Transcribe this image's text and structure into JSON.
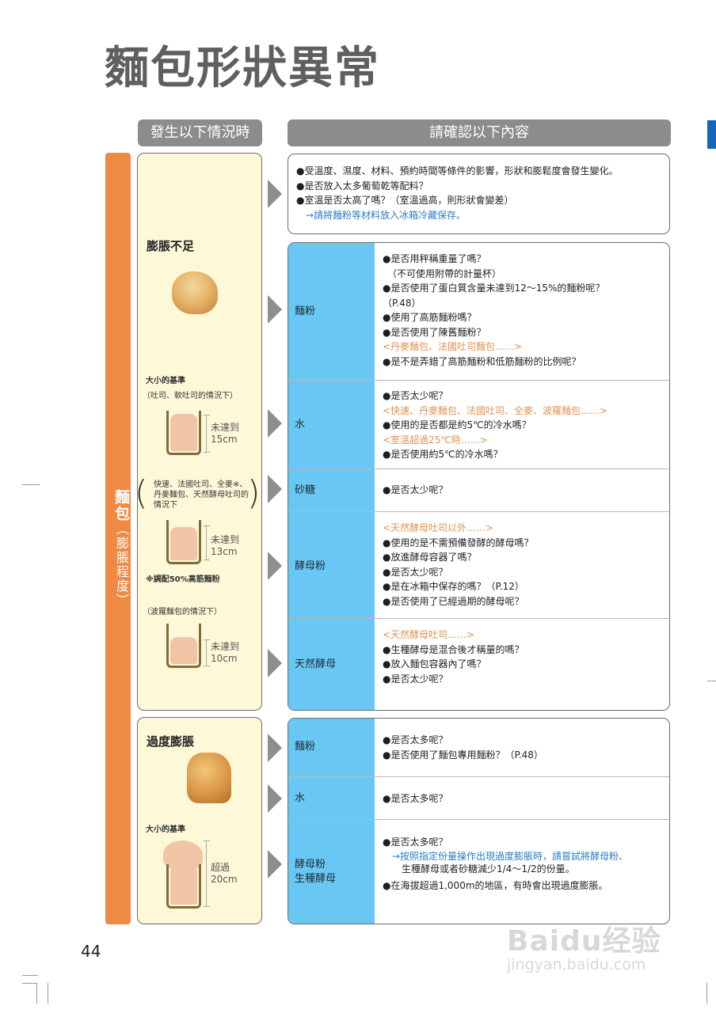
{
  "page": {
    "title": "麵包形狀異常",
    "page_number": "44"
  },
  "headers": {
    "left": "發生以下情況時",
    "right": "請確認以下內容"
  },
  "side_label": {
    "main": "麵包",
    "paren": "（膨脹程度）"
  },
  "general_info": [
    {
      "type": "bullet",
      "text": "●受溫度、濕度、材料、預約時間等條件的影響，形狀和膨鬆度會發生變化。"
    },
    {
      "type": "bullet",
      "text": "●是否放入太多葡萄乾等配料？"
    },
    {
      "type": "bullet",
      "text": "●室溫是否太高了嗎？（室溫過高，則形狀會變差）"
    },
    {
      "type": "arrow",
      "text": "→請將麵粉等材料放入冰箱冷藏保存。"
    }
  ],
  "insufficient_rise": {
    "title": "膨脹不足",
    "size_standard_label": "大小的基準",
    "case1": {
      "condition": "（吐司、軟吐司的情況下）",
      "limit_text": "未達到",
      "limit_value": "15cm"
    },
    "case2": {
      "condition_lines": [
        "快速、法國吐司、全麥※、",
        "丹麥麵包、天然酵母吐司的",
        "情況下"
      ],
      "limit_text": "未達到",
      "limit_value": "13cm",
      "note": "※調配50%高筋麵粉"
    },
    "case3": {
      "condition": "（波羅麵包的情況下）",
      "limit_text": "未達到",
      "limit_value": "10cm"
    },
    "rows": [
      {
        "category": "麵粉",
        "lines": [
          {
            "style": "normal",
            "text": "●是否用秤稱重量了嗎？"
          },
          {
            "style": "normal",
            "text": "　（不可使用附帶的計量杯）"
          },
          {
            "style": "normal",
            "text": "●是否使用了蛋白質含量未達到12～15%的麵粉呢？"
          },
          {
            "style": "normal",
            "text": "（P.48）"
          },
          {
            "style": "normal",
            "text": "●使用了高筋麵粉嗎？"
          },
          {
            "style": "normal",
            "text": "●是否使用了陳舊麵粉？"
          },
          {
            "style": "orange",
            "text": "<丹麥麵包、法國吐司麵包……>"
          },
          {
            "style": "normal",
            "text": "●是不是弄錯了高筋麵粉和低筋麵粉的比例呢？"
          }
        ]
      },
      {
        "category": "水",
        "lines": [
          {
            "style": "normal",
            "text": "●是否太少呢？"
          },
          {
            "style": "orange",
            "text": "<快速、丹麥麵包、法國吐司、全麥、波羅麵包……>"
          },
          {
            "style": "normal",
            "text": "●使用的是否都是約5℃的冷水嗎？"
          },
          {
            "style": "orange",
            "text": "<室溫超過25℃時……>"
          },
          {
            "style": "normal",
            "text": "●是否使用約5℃的冷水嗎？"
          }
        ]
      },
      {
        "category": "砂糖",
        "lines": [
          {
            "style": "normal",
            "text": "●是否太少呢？"
          }
        ]
      },
      {
        "category": "酵母粉",
        "lines": [
          {
            "style": "orange",
            "text": "<天然酵母吐司以外……>"
          },
          {
            "style": "normal",
            "text": "●使用的是不需預備發酵的酵母嗎？"
          },
          {
            "style": "normal",
            "text": "●放進酵母容器了嗎？"
          },
          {
            "style": "normal",
            "text": "●是否太少呢？"
          },
          {
            "style": "normal",
            "text": "●是在冰箱中保存的嗎？（P.12）"
          },
          {
            "style": "normal",
            "text": "●是否使用了已經過期的酵母呢？"
          }
        ]
      },
      {
        "category": "天然酵母",
        "lines": [
          {
            "style": "orange",
            "text": "<天然酵母吐司……>"
          },
          {
            "style": "normal",
            "text": "●生種酵母是混合後才稱量的嗎？"
          },
          {
            "style": "normal",
            "text": "●放入麵包容器內了嗎？"
          },
          {
            "style": "normal",
            "text": "●是否太少呢？"
          }
        ]
      }
    ]
  },
  "over_rise": {
    "title": "過度膨脹",
    "size_standard_label": "大小的基準",
    "limit_text": "超過",
    "limit_value": "20cm",
    "rows": [
      {
        "category": "麵粉",
        "lines": [
          {
            "style": "normal",
            "text": "●是否太多呢？"
          },
          {
            "style": "normal",
            "text": "●是否使用了麵包專用麵粉？（P.48）"
          }
        ]
      },
      {
        "category": "水",
        "lines": [
          {
            "style": "normal",
            "text": "●是否太多呢？"
          }
        ]
      },
      {
        "category": "酵母粉",
        "category_line2": "生種酵母",
        "lines": [
          {
            "style": "normal",
            "text": "●是否太多呢？"
          },
          {
            "style": "arrow",
            "text": "　→按照指定份量操作出現過度膨脹時，請嘗試將酵母粉、"
          },
          {
            "style": "normal",
            "text": "　　生種酵母或者砂糖減少1/4～1/2的份量。"
          },
          {
            "style": "normal",
            "text": "●在海拔超過1,000m的地區，有時會出現過度膨脹。"
          }
        ]
      }
    ]
  },
  "watermark": {
    "logo": "Baidu经验",
    "url": "jingyan.baidu.com"
  },
  "colors": {
    "header_gray": "#8c8c8e",
    "side_orange": "#ef8a45",
    "category_blue": "#69c8f3",
    "panel_yellow": "#fdf8d8",
    "note_orange": "#e2924f",
    "arrow_blue": "#2a7ec6",
    "tab_blue": "#1467b8"
  }
}
